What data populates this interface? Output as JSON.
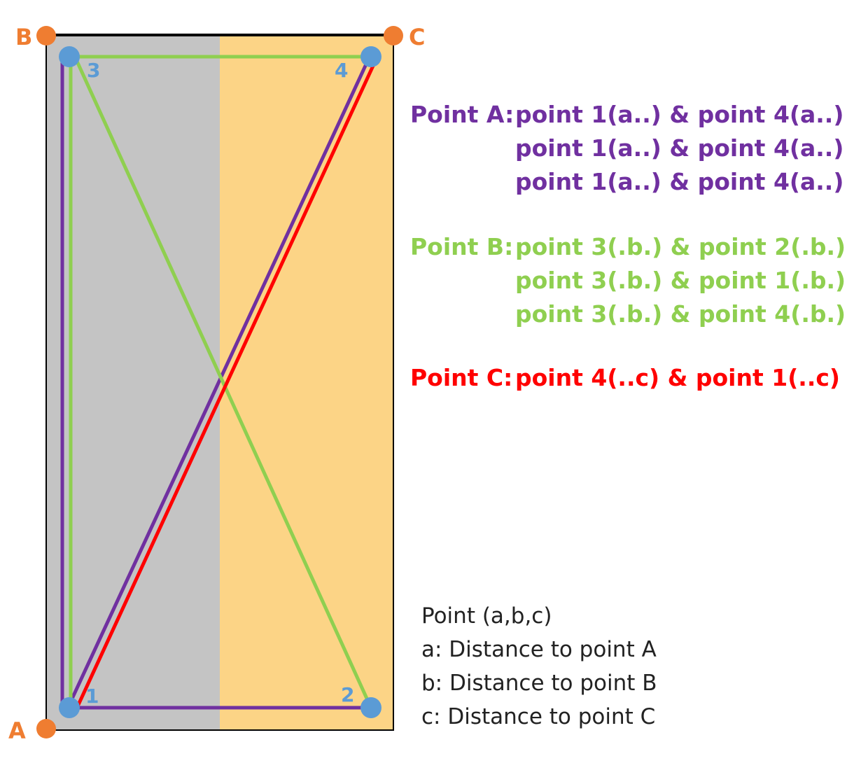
{
  "colors": {
    "left_fill": "#c4c4c4",
    "right_fill": "#fcd486",
    "frame": "#000000",
    "corner_dot": "#ef7d31",
    "point_dot": "#5b9bd5",
    "rule_a": "#7030a0",
    "rule_b": "#8fcf50",
    "rule_c": "#ff0000",
    "legend_text": "#222222"
  },
  "corners": [
    {
      "id": "A",
      "label": "A"
    },
    {
      "id": "B",
      "label": "B"
    },
    {
      "id": "C",
      "label": "C"
    }
  ],
  "points": [
    {
      "id": "1",
      "label": "1"
    },
    {
      "id": "2",
      "label": "2"
    },
    {
      "id": "3",
      "label": "3"
    },
    {
      "id": "4",
      "label": "4"
    }
  ],
  "connections": [
    {
      "from": "1",
      "to": "4",
      "color": "#7030a0"
    },
    {
      "from": "1",
      "to": "3",
      "color": "#7030a0"
    },
    {
      "from": "1",
      "to": "2",
      "color": "#7030a0"
    },
    {
      "from": "3",
      "to": "2",
      "color": "#8fcf50"
    },
    {
      "from": "3",
      "to": "1",
      "color": "#8fcf50"
    },
    {
      "from": "3",
      "to": "4",
      "color": "#8fcf50"
    },
    {
      "from": "4",
      "to": "1",
      "color": "#ff0000"
    }
  ],
  "rules": {
    "a": {
      "head": "Point A:",
      "lines": [
        "point 1(a..) & point 4(a..)",
        "point 1(a..) & point 4(a..)",
        "point 1(a..) & point 4(a..)"
      ]
    },
    "b": {
      "head": "Point B:",
      "lines": [
        "point 3(.b.) & point 2(.b.)",
        "point 3(.b.) & point 1(.b.)",
        "point 3(.b.) & point 4(.b.)"
      ]
    },
    "c": {
      "head": "Point C:",
      "lines": [
        "point 4(..c) & point 1(..c)"
      ]
    }
  },
  "legend": {
    "line1": "Point (a,b,c)",
    "line2": "a: Distance to point A",
    "line3": "b: Distance to point B",
    "line4": "c: Distance to point C"
  }
}
